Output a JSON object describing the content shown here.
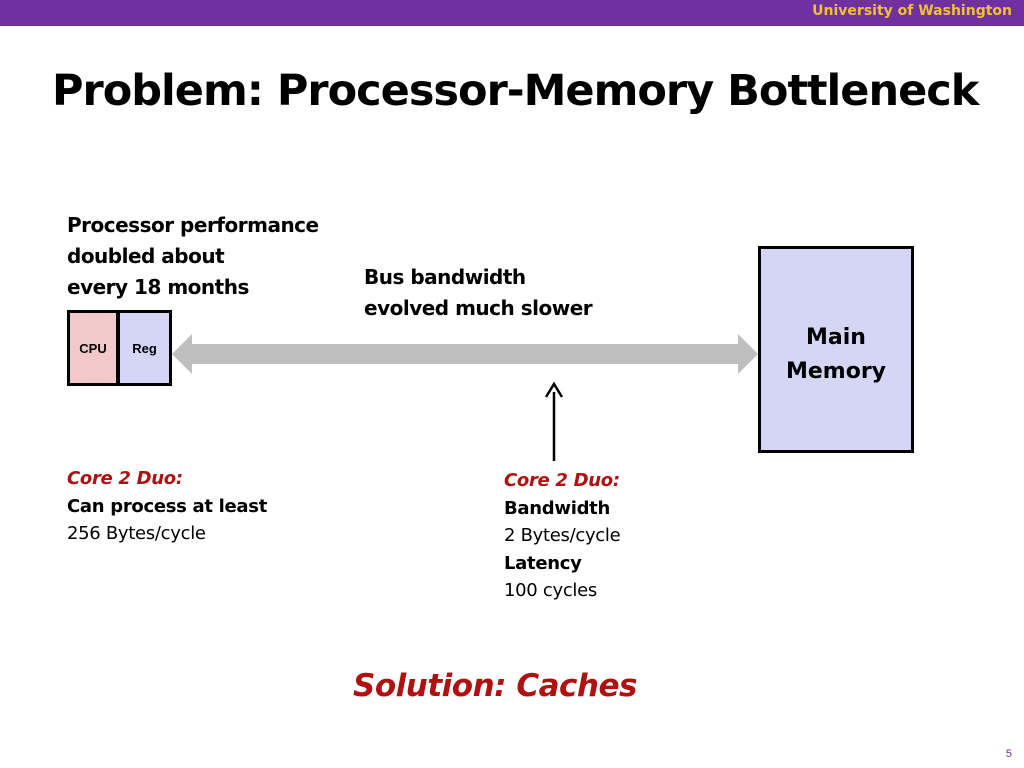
{
  "header": {
    "institution": "University of Washington"
  },
  "title": "Problem: Processor-Memory Bottleneck",
  "processor_note": [
    "Processor performance",
    "doubled about",
    "every 18 months"
  ],
  "bus_note": [
    "Bus bandwidth",
    "evolved much slower"
  ],
  "cpu_label": "CPU",
  "reg_label": "Reg",
  "memory_label": [
    "Main",
    "Memory"
  ],
  "left_stats": {
    "heading": "Core 2 Duo:",
    "line1": "Can process at least",
    "line2": "256 Bytes/cycle"
  },
  "right_stats": {
    "heading": "Core 2 Duo:",
    "bandwidth_label": "Bandwidth",
    "bandwidth_value": "2 Bytes/cycle",
    "latency_label": "Latency",
    "latency_value": "100 cycles"
  },
  "solution": "Solution: Caches",
  "page_number": "5",
  "colors": {
    "accent": "#7030a0",
    "institution_text": "#f2c12e",
    "highlight": "#b01010",
    "cpu_fill": "#f2c9c9",
    "reg_fill": "#d5d6f5",
    "bus_arrow": "#bfbfbf"
  }
}
